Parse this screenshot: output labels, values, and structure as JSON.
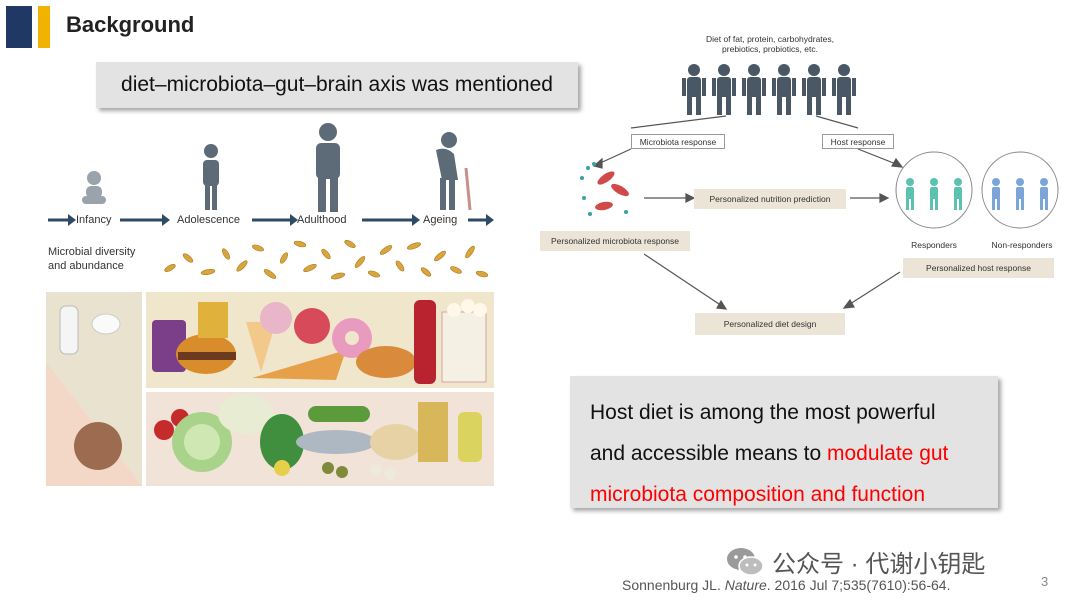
{
  "header": {
    "title": "Background"
  },
  "callout_top": {
    "text": "diet–microbiota–gut–brain axis was mentioned"
  },
  "callout_bottom": {
    "line1": "Host diet is among the most powerful",
    "line2_plain": "and accessible means to ",
    "line2_highlight": "modulate gut",
    "line3_highlight": "microbiota composition and function"
  },
  "lifecycle": {
    "stages": [
      "Infancy",
      "Adolescence",
      "Adulthood",
      "Ageing"
    ],
    "microbial_label_line1": "Microbial diversity",
    "microbial_label_line2": "and abundance"
  },
  "diagram": {
    "diet_label": "Diet of fat, protein, carbohydrates, prebiotics, probiotics, etc.",
    "microbiota_response": "Microbiota response",
    "host_response": "Host response",
    "personalized_nutrition": "Personalized nutrition prediction",
    "personalized_microbiota": "Personalized microbiota response",
    "responders": "Responders",
    "non_responders": "Non-responders",
    "personalized_host": "Personalized host response",
    "personalized_diet": "Personalized diet design"
  },
  "footer": {
    "wechat": "公众号 · 代谢小钥匙",
    "citation_author": "Sonnenburg JL. ",
    "citation_journal": "Nature",
    "citation_rest": ". 2016 Jul 7;535(7610):56-64.",
    "page_number": "3"
  },
  "colors": {
    "navy": "#1f3864",
    "gold": "#f0b400",
    "highlight": "#ff0000",
    "people": "#4a5866",
    "responders": "#5cc2b0",
    "non_responders": "#7aa5d6"
  }
}
